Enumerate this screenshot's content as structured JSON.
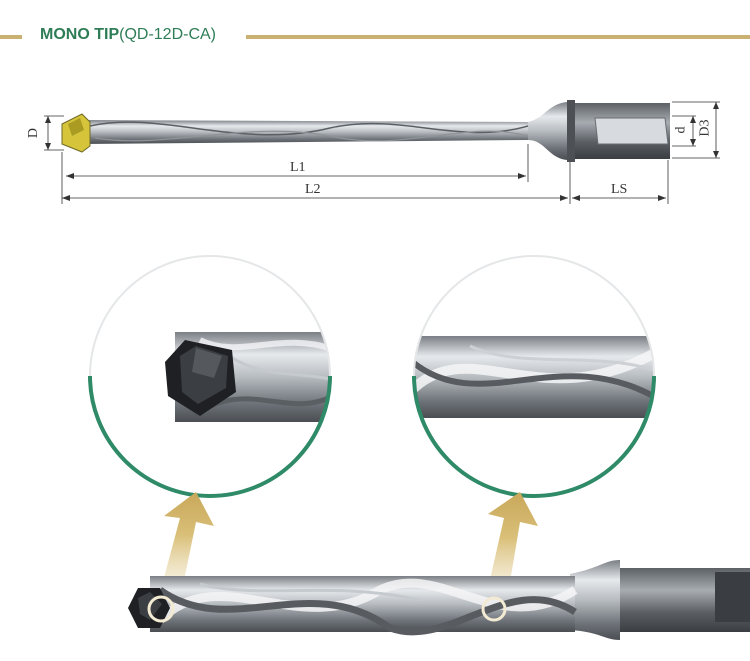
{
  "header": {
    "title_main": "MONO TIP",
    "title_sub": "(QD-12D-CA)"
  },
  "dimensions": {
    "d_large": "D",
    "l1": "L1",
    "l2": "L2",
    "ls": "LS",
    "d_small": "d",
    "d3": "D3"
  },
  "colors": {
    "accent_gold": "#c9b172",
    "title_green": "#2e7d56",
    "insert_yellow": "#d6c43a",
    "circle_green": "#2e8a67"
  }
}
